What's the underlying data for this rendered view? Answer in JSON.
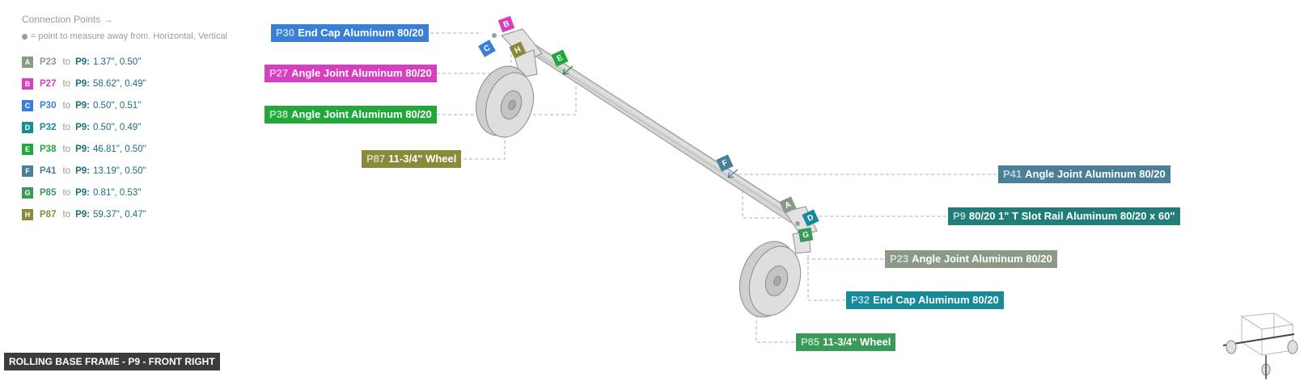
{
  "legend": {
    "title": "Connection Points →",
    "note": "= point to measure away from. Horizontal, Vertical",
    "to_word": "to",
    "target": "P9:",
    "rows": [
      {
        "letter": "A",
        "part": "P23",
        "vals": "1.37\", 0.50\"",
        "color": "#8a9a86"
      },
      {
        "letter": "B",
        "part": "P27",
        "vals": "58.62\", 0.49\"",
        "color": "#d63fbf"
      },
      {
        "letter": "C",
        "part": "P30",
        "vals": "0.50\", 0.51\"",
        "color": "#3a7fd6"
      },
      {
        "letter": "D",
        "part": "P32",
        "vals": "0.50\", 0.49\"",
        "color": "#178a9a"
      },
      {
        "letter": "E",
        "part": "P38",
        "vals": "46.81\", 0.50\"",
        "color": "#22a83a"
      },
      {
        "letter": "F",
        "part": "P41",
        "vals": "13.19\", 0.50\"",
        "color": "#4a7f9a"
      },
      {
        "letter": "G",
        "part": "P85",
        "vals": "0.81\", 0.53\"",
        "color": "#3a9a5a"
      },
      {
        "letter": "H",
        "part": "P87",
        "vals": "59.37\", 0.47\"",
        "color": "#8a8a3a"
      }
    ]
  },
  "callouts": {
    "p30": {
      "id": "P30",
      "name": "End Cap Aluminum 80/20",
      "color": "#3a7fd6"
    },
    "p27": {
      "id": "P27",
      "name": "Angle Joint Aluminum 80/20",
      "color": "#d63fbf"
    },
    "p38": {
      "id": "P38",
      "name": "Angle Joint Aluminum 80/20",
      "color": "#22a83a"
    },
    "p87": {
      "id": "P87",
      "name": "11-3/4\" Wheel",
      "color": "#8a8a3a"
    },
    "p41": {
      "id": "P41",
      "name": "Angle Joint Aluminum 80/20",
      "color": "#4a7f9a"
    },
    "p9": {
      "id": "P9",
      "name": "80/20 1\" T Slot Rail Aluminum 80/20 x 60\"",
      "color": "#1f7f78"
    },
    "p23": {
      "id": "P23",
      "name": "Angle Joint Aluminum 80/20",
      "color": "#8a9a86"
    },
    "p32": {
      "id": "P32",
      "name": "End Cap Aluminum 80/20",
      "color": "#178a9a"
    },
    "p85": {
      "id": "P85",
      "name": "11-3/4\" Wheel",
      "color": "#3a9a5a"
    }
  },
  "tags": {
    "a": "A",
    "b": "B",
    "c": "C",
    "d": "D",
    "e": "E",
    "f": "F",
    "g": "G",
    "h": "H"
  },
  "footer": "ROLLING BASE FRAME - P9 - FRONT RIGHT"
}
